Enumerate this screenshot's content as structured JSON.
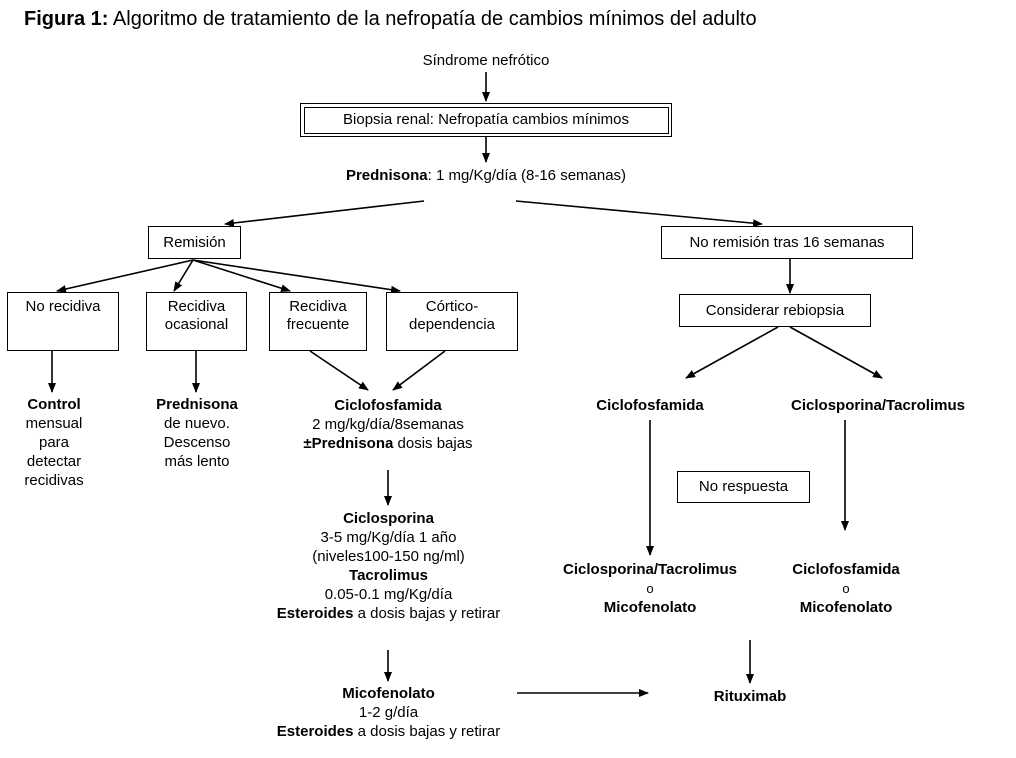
{
  "figure": {
    "label": "Figura 1:",
    "title": " Algoritmo de tratamiento de la nefropatía de cambios mínimos del adulto"
  },
  "nodes": {
    "sindrome_nefrotico": "Síndrome nefrótico",
    "biopsia_renal": "Biopsia renal: Nefropatía cambios mínimos",
    "prednisona_inicial_bold": "Prednisona",
    "prednisona_inicial_rest": ": 1 mg/Kg/día (8-16 semanas)",
    "remision": "Remisión",
    "no_remision": "No remisión tras 16 semanas",
    "no_recidiva": "No recidiva",
    "recidiva_ocasional_l1": "Recidiva",
    "recidiva_ocasional_l2": "ocasional",
    "recidiva_frecuente_l1": "Recidiva",
    "recidiva_frecuente_l2": "frecuente",
    "cortico_dependencia_l1": "Córtico-",
    "cortico_dependencia_l2": "dependencia",
    "considerar_rebiopsia": "Considerar rebiopsia",
    "no_respuesta": "No respuesta"
  },
  "leaves": {
    "control_mensual": {
      "l1": "Control",
      "l2": "mensual",
      "l3": "para",
      "l4": "detectar",
      "l5": "recidivas"
    },
    "prednisona_nuevo": {
      "l1": "Prednisona",
      "l2": "de nuevo.",
      "l3": "Descenso",
      "l4": "más lento"
    },
    "ciclofosfamida_central": {
      "l1": "Ciclofosfamida",
      "l2": "2 mg/kg/día/8semanas",
      "l3_bold": "±Prednisona",
      "l3_rest": " dosis bajas"
    },
    "ciclosporina_central": {
      "l1": "Ciclosporina",
      "l2": "3-5 mg/Kg/día  1 año",
      "l3": "(niveles100-150 ng/ml)",
      "l4": "Tacrolimus",
      "l5": "0.05-0.1 mg/Kg/día",
      "l6_bold": "Esteroides",
      "l6_rest": " a dosis bajas y retirar"
    },
    "micofenolato_central": {
      "l1": "Micofenolato",
      "l2": "1-2 g/día",
      "l3_bold": "Esteroides",
      "l3_rest": " a dosis bajas y retirar"
    },
    "ciclofosfamida_right": "Ciclofosfamida",
    "ciclosporina_tacrolimus_right": "Ciclosporina/Tacrolimus",
    "ciclosporina_o_micofenolato": {
      "l1": "Ciclosporina/Tacrolimus",
      "l2": "o",
      "l3": "Micofenolato"
    },
    "ciclofosfamida_o_micofenolato": {
      "l1": "Ciclofosfamida",
      "l2": "o",
      "l3": "Micofenolato"
    },
    "rituximab": "Rituximab"
  },
  "colors": {
    "stroke": "#000000",
    "background": "#ffffff",
    "text": "#000000"
  }
}
